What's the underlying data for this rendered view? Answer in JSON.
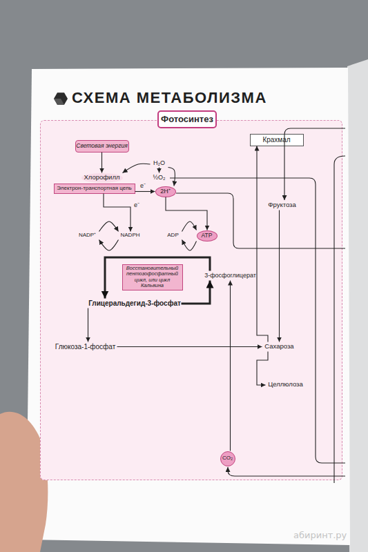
{
  "diagram": {
    "title": "СХЕМА МЕТАБОЛИЗМА",
    "nodes": [
      {
        "text": [
          "Фотосинтез"
        ]
      },
      {
        "text": [
          "Крахмал"
        ],
        "in": 0
      },
      {
        "text": [
          "Световая энергия"
        ],
        "in": 0
      },
      {
        "text": [
          "Хлорофилл"
        ],
        "in": 0
      },
      {
        "text": [
          "H₂O"
        ],
        "in": 0
      },
      {
        "text": [
          "½O₂"
        ],
        "in": 0
      },
      {
        "text": [
          "Электрон-транспортная цепь"
        ],
        "in": 0
      },
      {
        "text": [
          "2H⁺"
        ],
        "in": 0
      },
      {
        "text": [
          "Фруктоза"
        ],
        "in": 0
      },
      {
        "text": [
          "NADP⁺"
        ],
        "in": 0
      },
      {
        "text": [
          "NADPH"
        ],
        "in": 0
      },
      {
        "text": [
          "ADP"
        ],
        "in": 0
      },
      {
        "text": [
          "ATP"
        ],
        "in": 0
      },
      {
        "text": [
          "Восстановительный пентозофосфатный цикл, или цикл Кальвина"
        ],
        "in": 0
      },
      {
        "text": [
          "3-фосфоглицерат"
        ],
        "in": 0
      },
      {
        "text": [
          "Глицеральдегид-3-фосфат"
        ],
        "in": 0
      },
      {
        "text": [
          "Глюкоза-1-фосфат"
        ],
        "in": 0
      },
      {
        "text": [
          "Сахароза"
        ],
        "in": 0
      },
      {
        "text": [
          "Целлюлоза"
        ],
        "in": 0
      },
      {
        "text": [
          "CO₂"
        ],
        "in": 0
      }
    ],
    "edges": [
      {
        "from": 2,
        "to": 3,
        "arrow": "to"
      },
      {
        "from": 4,
        "to": 3,
        "arrow": "to"
      },
      {
        "from": 4,
        "to": 5,
        "arrow": "to"
      },
      {
        "from": 4,
        "to": 7,
        "arrow": "to"
      },
      {
        "from": 6,
        "to": 7,
        "label": "e⁻",
        "arrow": "to"
      },
      {
        "from": 6,
        "to": 10,
        "label": "e⁻",
        "arrow": "to"
      },
      {
        "from": 7,
        "to": 12,
        "arrow": "to"
      },
      {
        "from": 9,
        "to": 10,
        "arrow": "to"
      },
      {
        "from": 10,
        "to": 9,
        "arrow": "to"
      },
      {
        "from": 11,
        "to": 12,
        "arrow": "to"
      },
      {
        "from": 12,
        "to": 11,
        "arrow": "to"
      },
      {
        "from": 14,
        "to": 15,
        "arrow": "to"
      },
      {
        "from": 15,
        "to": 14,
        "arrow": "to"
      },
      {
        "from": 19,
        "to": 14,
        "arrow": "to"
      },
      {
        "from": 15,
        "to": 16,
        "arrow": "to"
      },
      {
        "from": 16,
        "to": 17,
        "arrow": "to"
      },
      {
        "from": 17,
        "to": 1,
        "arrow": "to"
      },
      {
        "from": 17,
        "to": 18,
        "arrow": "to"
      },
      {
        "from": 8,
        "to": 17,
        "arrow": "to"
      }
    ],
    "labels": [
      "абиринт.ру"
    ]
  }
}
